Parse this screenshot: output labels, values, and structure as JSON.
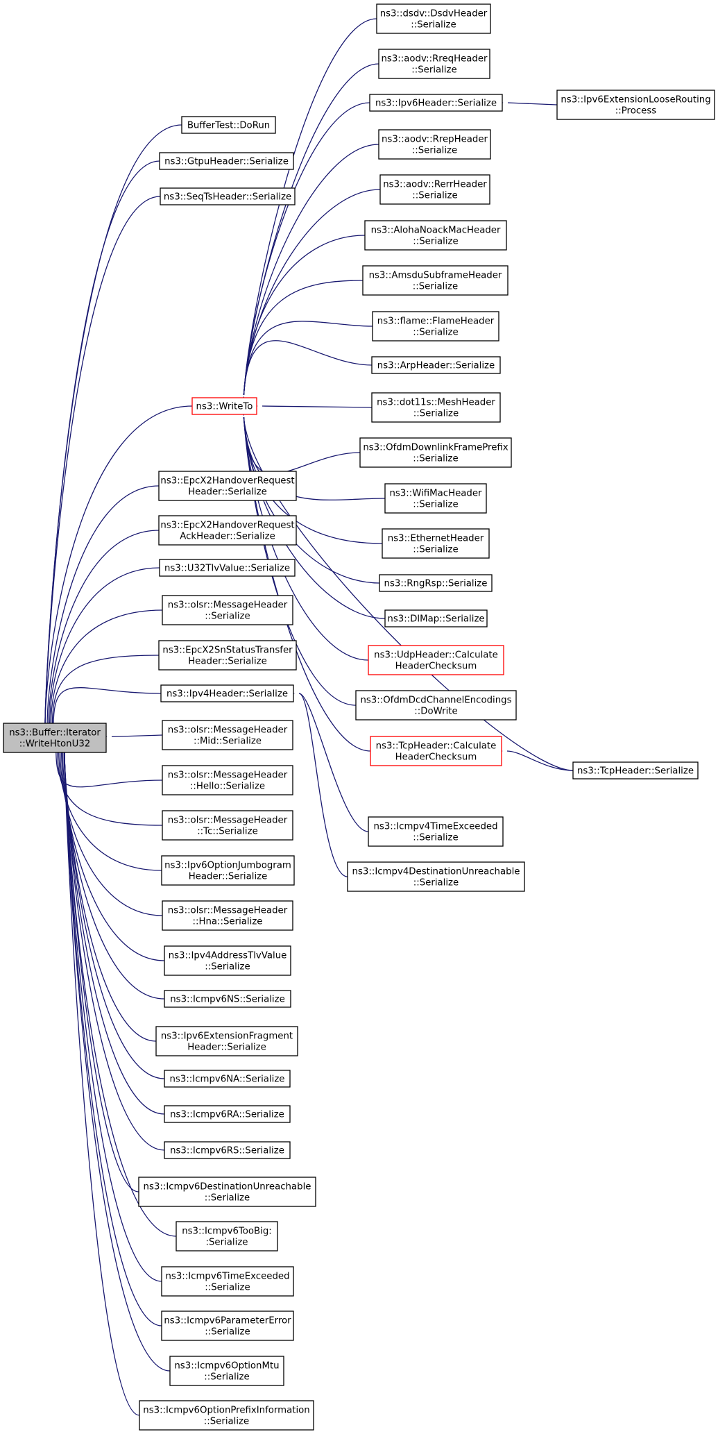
{
  "colors": {
    "edge": "#191970",
    "root_fill": "#bfbfbf",
    "highlight_border": "#ff0000",
    "node_border": "#000000"
  },
  "root": {
    "id": "root",
    "lines": [
      "ns3::Buffer::Iterator",
      "::WriteHtonU32"
    ]
  },
  "direct_callers": [
    {
      "id": "buffertest-dorun",
      "lines": [
        "BufferTest::DoRun"
      ]
    },
    {
      "id": "gtpuheader-serialize",
      "lines": [
        "ns3::GtpuHeader::Serialize"
      ]
    },
    {
      "id": "seqtsheader-serialize",
      "lines": [
        "ns3::SeqTsHeader::Serialize"
      ]
    },
    {
      "id": "writeto",
      "lines": [
        "ns3::WriteTo"
      ],
      "highlight": true
    },
    {
      "id": "epcx2handoverrequestheader-serialize",
      "lines": [
        "ns3::EpcX2HandoverRequest",
        "Header::Serialize"
      ]
    },
    {
      "id": "epcx2handoverrequestackheader-serialize",
      "lines": [
        "ns3::EpcX2HandoverRequest",
        "AckHeader::Serialize"
      ]
    },
    {
      "id": "u32tlvvalue-serialize",
      "lines": [
        "ns3::U32TlvValue::Serialize"
      ]
    },
    {
      "id": "olsr-messageheader-serialize",
      "lines": [
        "ns3::olsr::MessageHeader",
        "::Serialize"
      ]
    },
    {
      "id": "epcx2snstatustransferheader-serialize",
      "lines": [
        "ns3::EpcX2SnStatusTransfer",
        "Header::Serialize"
      ]
    },
    {
      "id": "ipv4header-serialize",
      "lines": [
        "ns3::Ipv4Header::Serialize"
      ]
    },
    {
      "id": "olsr-messageheader-mid-serialize",
      "lines": [
        "ns3::olsr::MessageHeader",
        "::Mid::Serialize"
      ]
    },
    {
      "id": "olsr-messageheader-hello-serialize",
      "lines": [
        "ns3::olsr::MessageHeader",
        "::Hello::Serialize"
      ]
    },
    {
      "id": "olsr-messageheader-tc-serialize",
      "lines": [
        "ns3::olsr::MessageHeader",
        "::Tc::Serialize"
      ]
    },
    {
      "id": "ipv6optionjumbogramheader-serialize",
      "lines": [
        "ns3::Ipv6OptionJumbogram",
        "Header::Serialize"
      ]
    },
    {
      "id": "olsr-messageheader-hna-serialize",
      "lines": [
        "ns3::olsr::MessageHeader",
        "::Hna::Serialize"
      ]
    },
    {
      "id": "ipv4addresstlvvalue-serialize",
      "lines": [
        "ns3::Ipv4AddressTlvValue",
        "::Serialize"
      ]
    },
    {
      "id": "icmpv6ns-serialize",
      "lines": [
        "ns3::Icmpv6NS::Serialize"
      ]
    },
    {
      "id": "ipv6extensionfragmentheader-serialize",
      "lines": [
        "ns3::Ipv6ExtensionFragment",
        "Header::Serialize"
      ]
    },
    {
      "id": "icmpv6na-serialize",
      "lines": [
        "ns3::Icmpv6NA::Serialize"
      ]
    },
    {
      "id": "icmpv6ra-serialize",
      "lines": [
        "ns3::Icmpv6RA::Serialize"
      ]
    },
    {
      "id": "icmpv6rs-serialize",
      "lines": [
        "ns3::Icmpv6RS::Serialize"
      ]
    },
    {
      "id": "icmpv6destinationunreachable-serialize",
      "lines": [
        "ns3::Icmpv6DestinationUnreachable",
        "::Serialize"
      ]
    },
    {
      "id": "icmpv6toobig-serialize",
      "lines": [
        "ns3::Icmpv6TooBig:",
        ":Serialize"
      ]
    },
    {
      "id": "icmpv6timeexceeded-serialize",
      "lines": [
        "ns3::Icmpv6TimeExceeded",
        "::Serialize"
      ]
    },
    {
      "id": "icmpv6parametererror-serialize",
      "lines": [
        "ns3::Icmpv6ParameterError",
        "::Serialize"
      ]
    },
    {
      "id": "icmpv6optionmtu-serialize",
      "lines": [
        "ns3::Icmpv6OptionMtu",
        "::Serialize"
      ]
    },
    {
      "id": "icmpv6optionprefixinformation-serialize",
      "lines": [
        "ns3::Icmpv6OptionPrefixInformation",
        "::Serialize"
      ]
    }
  ],
  "writeto_callers": [
    {
      "id": "dsdvheader-serialize",
      "lines": [
        "ns3::dsdv::DsdvHeader",
        "::Serialize"
      ]
    },
    {
      "id": "rreqheader-serialize",
      "lines": [
        "ns3::aodv::RreqHeader",
        "::Serialize"
      ]
    },
    {
      "id": "ipv6header-serialize",
      "lines": [
        "ns3::Ipv6Header::Serialize"
      ]
    },
    {
      "id": "rrepheader-serialize",
      "lines": [
        "ns3::aodv::RrepHeader",
        "::Serialize"
      ]
    },
    {
      "id": "rerrheader-serialize",
      "lines": [
        "ns3::aodv::RerrHeader",
        "::Serialize"
      ]
    },
    {
      "id": "alohanoackmacheader-serialize",
      "lines": [
        "ns3::AlohaNoackMacHeader",
        "::Serialize"
      ]
    },
    {
      "id": "amsdusubframeheader-serialize",
      "lines": [
        "ns3::AmsduSubframeHeader",
        "::Serialize"
      ]
    },
    {
      "id": "flameheader-serialize",
      "lines": [
        "ns3::flame::FlameHeader",
        "::Serialize"
      ]
    },
    {
      "id": "arpheader-serialize",
      "lines": [
        "ns3::ArpHeader::Serialize"
      ]
    },
    {
      "id": "meshheader-serialize",
      "lines": [
        "ns3::dot11s::MeshHeader",
        "::Serialize"
      ]
    },
    {
      "id": "ofdmdownlinkframeprefix-serialize",
      "lines": [
        "ns3::OfdmDownlinkFramePrefix",
        "::Serialize"
      ]
    },
    {
      "id": "wifimacheader-serialize",
      "lines": [
        "ns3::WifiMacHeader",
        "::Serialize"
      ]
    },
    {
      "id": "ethernetheader-serialize",
      "lines": [
        "ns3::EthernetHeader",
        "::Serialize"
      ]
    },
    {
      "id": "rngrsp-serialize",
      "lines": [
        "ns3::RngRsp::Serialize"
      ]
    },
    {
      "id": "dlmap-serialize",
      "lines": [
        "ns3::DlMap::Serialize"
      ]
    },
    {
      "id": "udpheader-calculateheaderchecksum",
      "lines": [
        "ns3::UdpHeader::Calculate",
        "HeaderChecksum"
      ],
      "highlight": true
    },
    {
      "id": "ofdmdcdchannelencodings-dowrite",
      "lines": [
        "ns3::OfdmDcdChannelEncodings",
        "::DoWrite"
      ]
    },
    {
      "id": "tcpheader-calculateheaderchecksum",
      "lines": [
        "ns3::TcpHeader::Calculate",
        "HeaderChecksum"
      ],
      "highlight": true
    }
  ],
  "ipv4header_callers": [
    {
      "id": "icmpv4timeexceeded-serialize",
      "lines": [
        "ns3::Icmpv4TimeExceeded",
        "::Serialize"
      ]
    },
    {
      "id": "icmpv4destinationunreachable-serialize",
      "lines": [
        "ns3::Icmpv4DestinationUnreachable",
        "::Serialize"
      ]
    }
  ],
  "far_callers": [
    {
      "id": "ipv6extensionlooserouting-process",
      "lines": [
        "ns3::Ipv6ExtensionLooseRouting",
        "::Process"
      ]
    },
    {
      "id": "tcpheader-serialize",
      "lines": [
        "ns3::TcpHeader::Serialize"
      ]
    }
  ]
}
